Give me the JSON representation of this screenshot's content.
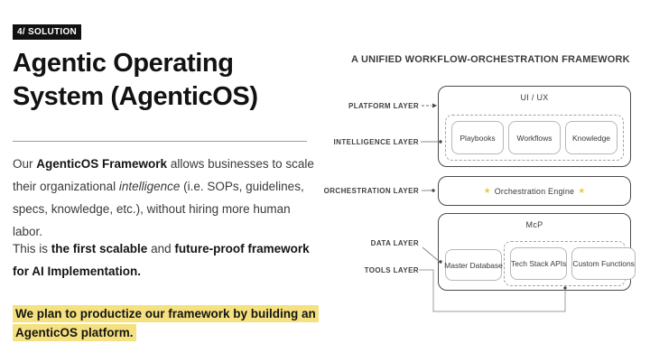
{
  "colors": {
    "highlight": "#F5E180",
    "star": "#ECC94B",
    "badge_bg": "#111111"
  },
  "slide": {
    "badge": "4/ SOLUTION",
    "title": "Agentic Operating System (AgenticOS)",
    "para1": {
      "seg1": "Our ",
      "seg2": "AgenticOS Framework",
      "seg3": " allows businesses to scale their organizational ",
      "seg4": "intelligence",
      "seg5": " (i.e. SOPs, guidelines, specs, knowledge, etc.), without hiring more human labor."
    },
    "para2": {
      "seg1": "This is ",
      "seg2": "the first scalable",
      "seg3": " and ",
      "seg4": "future-proof framework for AI Implementation."
    },
    "para3": "We plan to productize our framework by building an AgenticOS platform."
  },
  "diagram": {
    "title": "A UNIFIED WORKFLOW-ORCHESTRATION FRAMEWORK",
    "layers": {
      "platform": "PLATFORM LAYER",
      "intelligence": "INTELLIGENCE LAYER",
      "orchestration": "ORCHESTRATION LAYER",
      "data": "DATA LAYER",
      "tools": "TOOLS LAYER"
    },
    "boxes": {
      "ui_ux": "UI / UX",
      "playbooks": "Playbooks",
      "workflows": "Workflows",
      "knowledge": "Knowledge",
      "orchestration_engine": "Orchestration Engine",
      "star_icon": "★",
      "mcp": "McP",
      "master_database": "Master Database",
      "tech_stack_apis": "Tech Stack APIs",
      "custom_functions": "Custom Functions"
    }
  }
}
